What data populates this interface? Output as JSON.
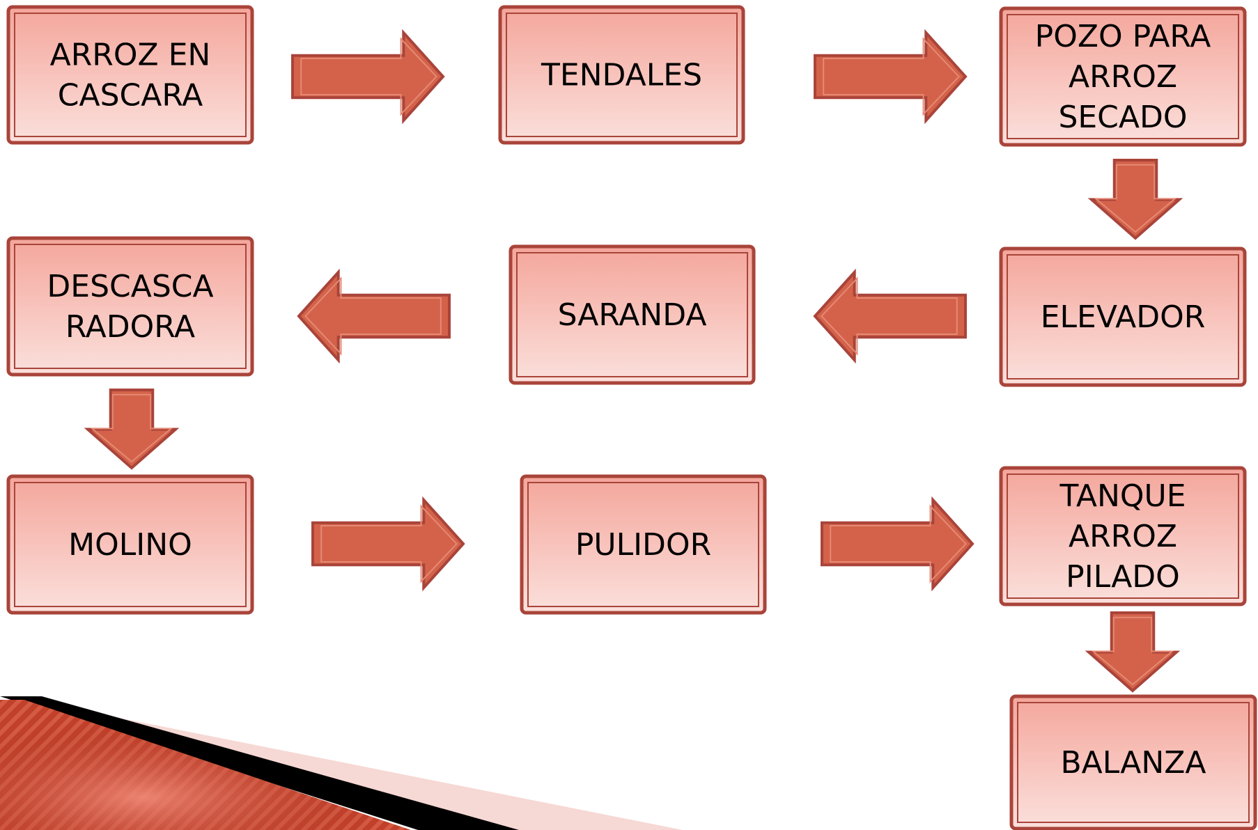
{
  "colors": {
    "box_fill_top": "#F4A69B",
    "box_fill_bottom": "#FBE0DC",
    "box_border": "#A9443A",
    "arrow_fill": "#D4624A",
    "arrow_border": "#A9443A",
    "decor_red": "#B8361F",
    "decor_black": "#000000",
    "decor_pink": "#F6D8D4"
  },
  "steps": [
    {
      "id": "arroz-en-cascara",
      "lines": [
        "ARROZ EN",
        "CASCARA"
      ]
    },
    {
      "id": "tendales",
      "lines": [
        "TENDALES"
      ]
    },
    {
      "id": "pozo-para-arroz-secado",
      "lines": [
        "POZO PARA",
        "ARROZ",
        "SECADO"
      ]
    },
    {
      "id": "elevador",
      "lines": [
        "ELEVADOR"
      ]
    },
    {
      "id": "saranda",
      "lines": [
        "SARANDA"
      ]
    },
    {
      "id": "descascaradora",
      "lines": [
        "DESCASCA",
        "RADORA"
      ]
    },
    {
      "id": "molino",
      "lines": [
        "MOLINO"
      ]
    },
    {
      "id": "pulidor",
      "lines": [
        "PULIDOR"
      ]
    },
    {
      "id": "tanque-arroz-pilado",
      "lines": [
        "TANQUE",
        "ARROZ",
        "PILADO"
      ]
    },
    {
      "id": "balanza",
      "lines": [
        "BALANZA"
      ]
    }
  ],
  "arrows": [
    {
      "from": "arroz-en-cascara",
      "to": "tendales",
      "direction": "right"
    },
    {
      "from": "tendales",
      "to": "pozo-para-arroz-secado",
      "direction": "right"
    },
    {
      "from": "pozo-para-arroz-secado",
      "to": "elevador",
      "direction": "down"
    },
    {
      "from": "elevador",
      "to": "saranda",
      "direction": "left"
    },
    {
      "from": "saranda",
      "to": "descascaradora",
      "direction": "left"
    },
    {
      "from": "descascaradora",
      "to": "molino",
      "direction": "down"
    },
    {
      "from": "molino",
      "to": "pulidor",
      "direction": "right"
    },
    {
      "from": "pulidor",
      "to": "tanque-arroz-pilado",
      "direction": "right"
    },
    {
      "from": "tanque-arroz-pilado",
      "to": "balanza",
      "direction": "down"
    }
  ]
}
